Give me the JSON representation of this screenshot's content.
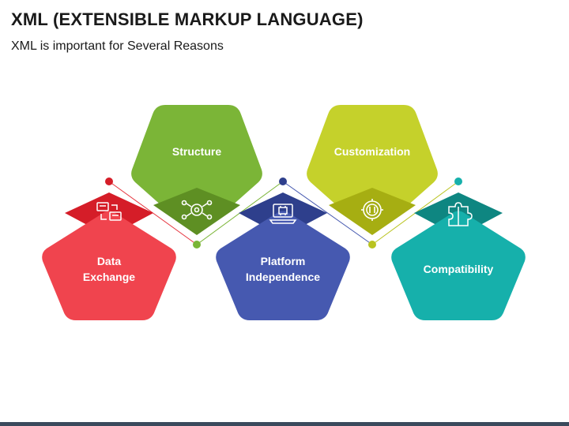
{
  "header": {
    "title": "XML (EXTENSIBLE MARKUP LANGUAGE)",
    "subtitle": "XML is important for Several Reasons"
  },
  "items": [
    {
      "lines": [
        "Data",
        "Exchange"
      ],
      "color": "#f0444e",
      "dark": "#d51d28",
      "icon": "data-exchange-icon"
    },
    {
      "lines": [
        "Structure"
      ],
      "color": "#7bb537",
      "dark": "#5e8f23",
      "icon": "structure-network-icon"
    },
    {
      "lines": [
        "Platform",
        "Independence"
      ],
      "color": "#4659b0",
      "dark": "#2e3f8c",
      "icon": "laptop-chip-icon"
    },
    {
      "lines": [
        "Customization"
      ],
      "color": "#c5d12b",
      "dark": "#a6ae12",
      "icon": "settings-gear-icon"
    },
    {
      "lines": [
        "Compatibility"
      ],
      "color": "#16b0ab",
      "dark": "#0e8681",
      "icon": "puzzle-icon"
    }
  ]
}
